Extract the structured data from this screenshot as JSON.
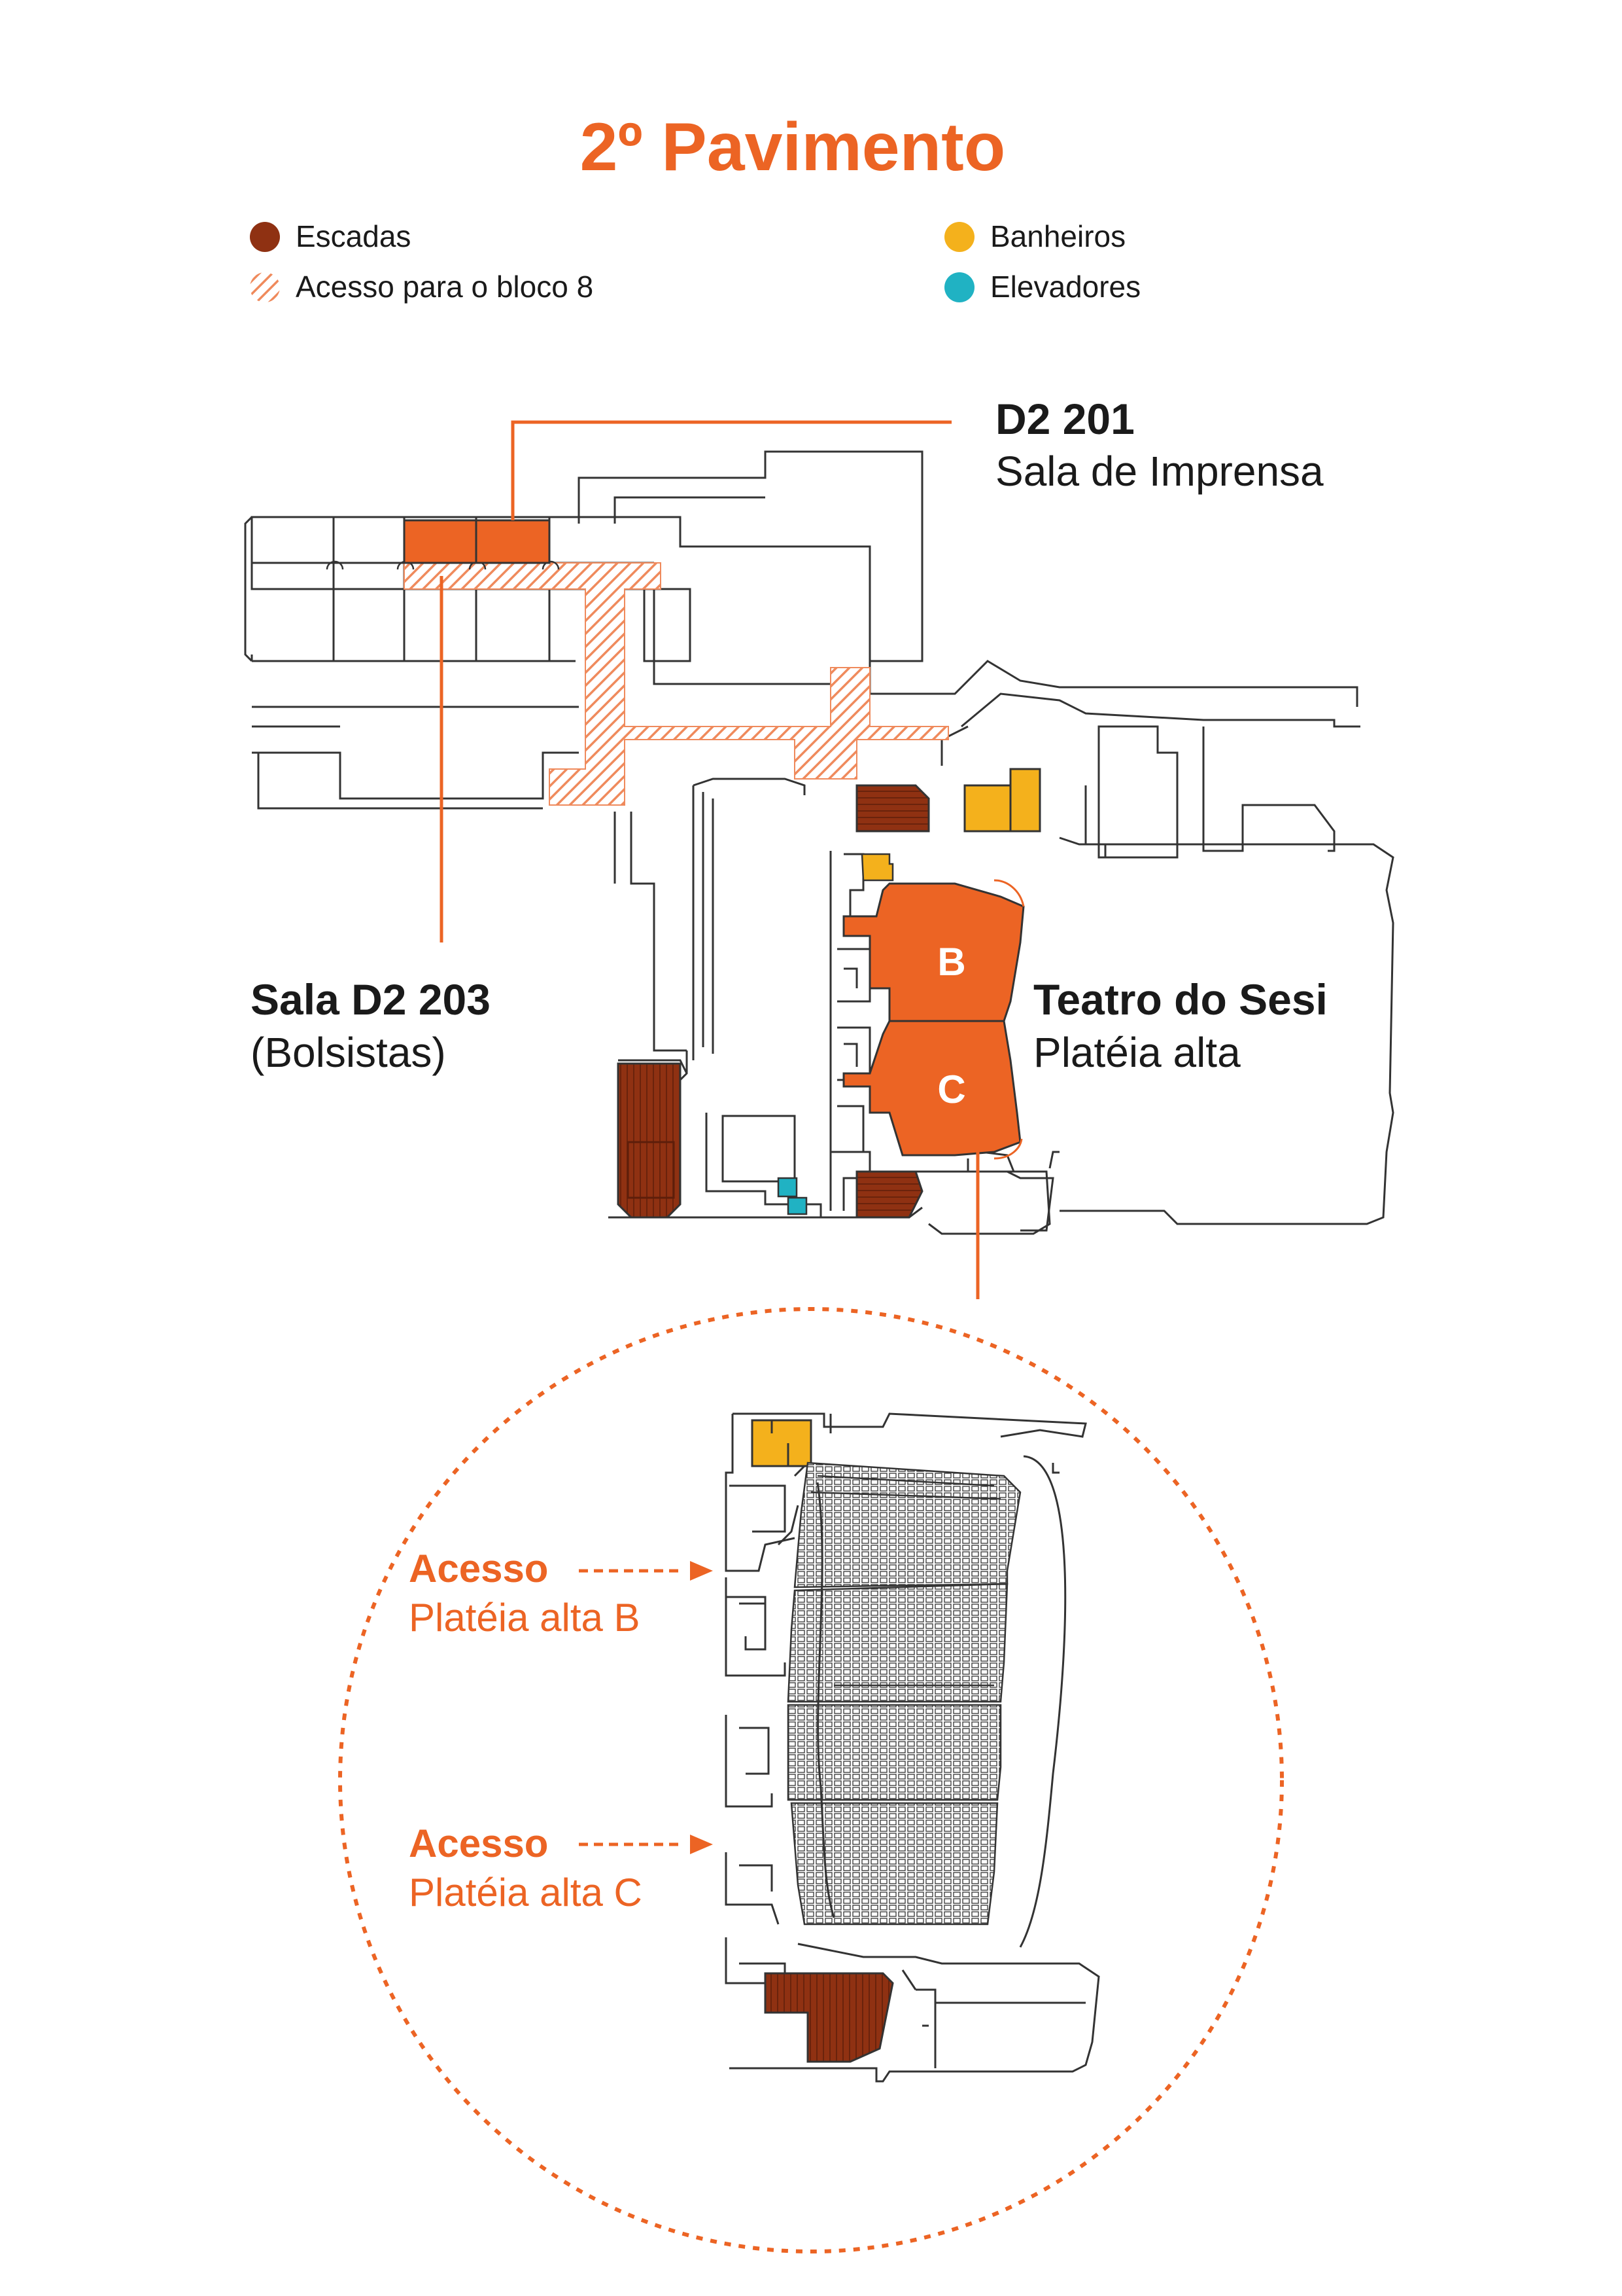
{
  "title": "2º Pavimento",
  "legend": [
    {
      "label": "Escadas",
      "color": "#8f3112",
      "style": "solid"
    },
    {
      "label": "Acesso para o bloco 8",
      "color": "#ef8a5c",
      "style": "hatched"
    },
    {
      "label": "Banheiros",
      "color": "#f4b11c",
      "style": "solid"
    },
    {
      "label": "Elevadores",
      "color": "#20b2c3",
      "style": "solid"
    }
  ],
  "callouts": {
    "room_201": {
      "code": "D2 201",
      "name": "Sala de Imprensa"
    },
    "room_203": {
      "code": "Sala D2 203",
      "name": "(Bolsistas)"
    },
    "theater": {
      "name": "Teatro do Sesi",
      "sub": "Platéia alta"
    }
  },
  "sections": [
    "B",
    "C"
  ],
  "detail": {
    "access_b": {
      "title": "Acesso",
      "sub": "Platéia alta B"
    },
    "access_c": {
      "title": "Acesso",
      "sub": "Platéia alta C"
    }
  },
  "colors": {
    "accent": "#ec6424",
    "stairs": "#8f3112",
    "bathroom": "#f4b11c",
    "elevator": "#20b2c3",
    "access": "#ef8a5c",
    "wall": "#333333"
  }
}
